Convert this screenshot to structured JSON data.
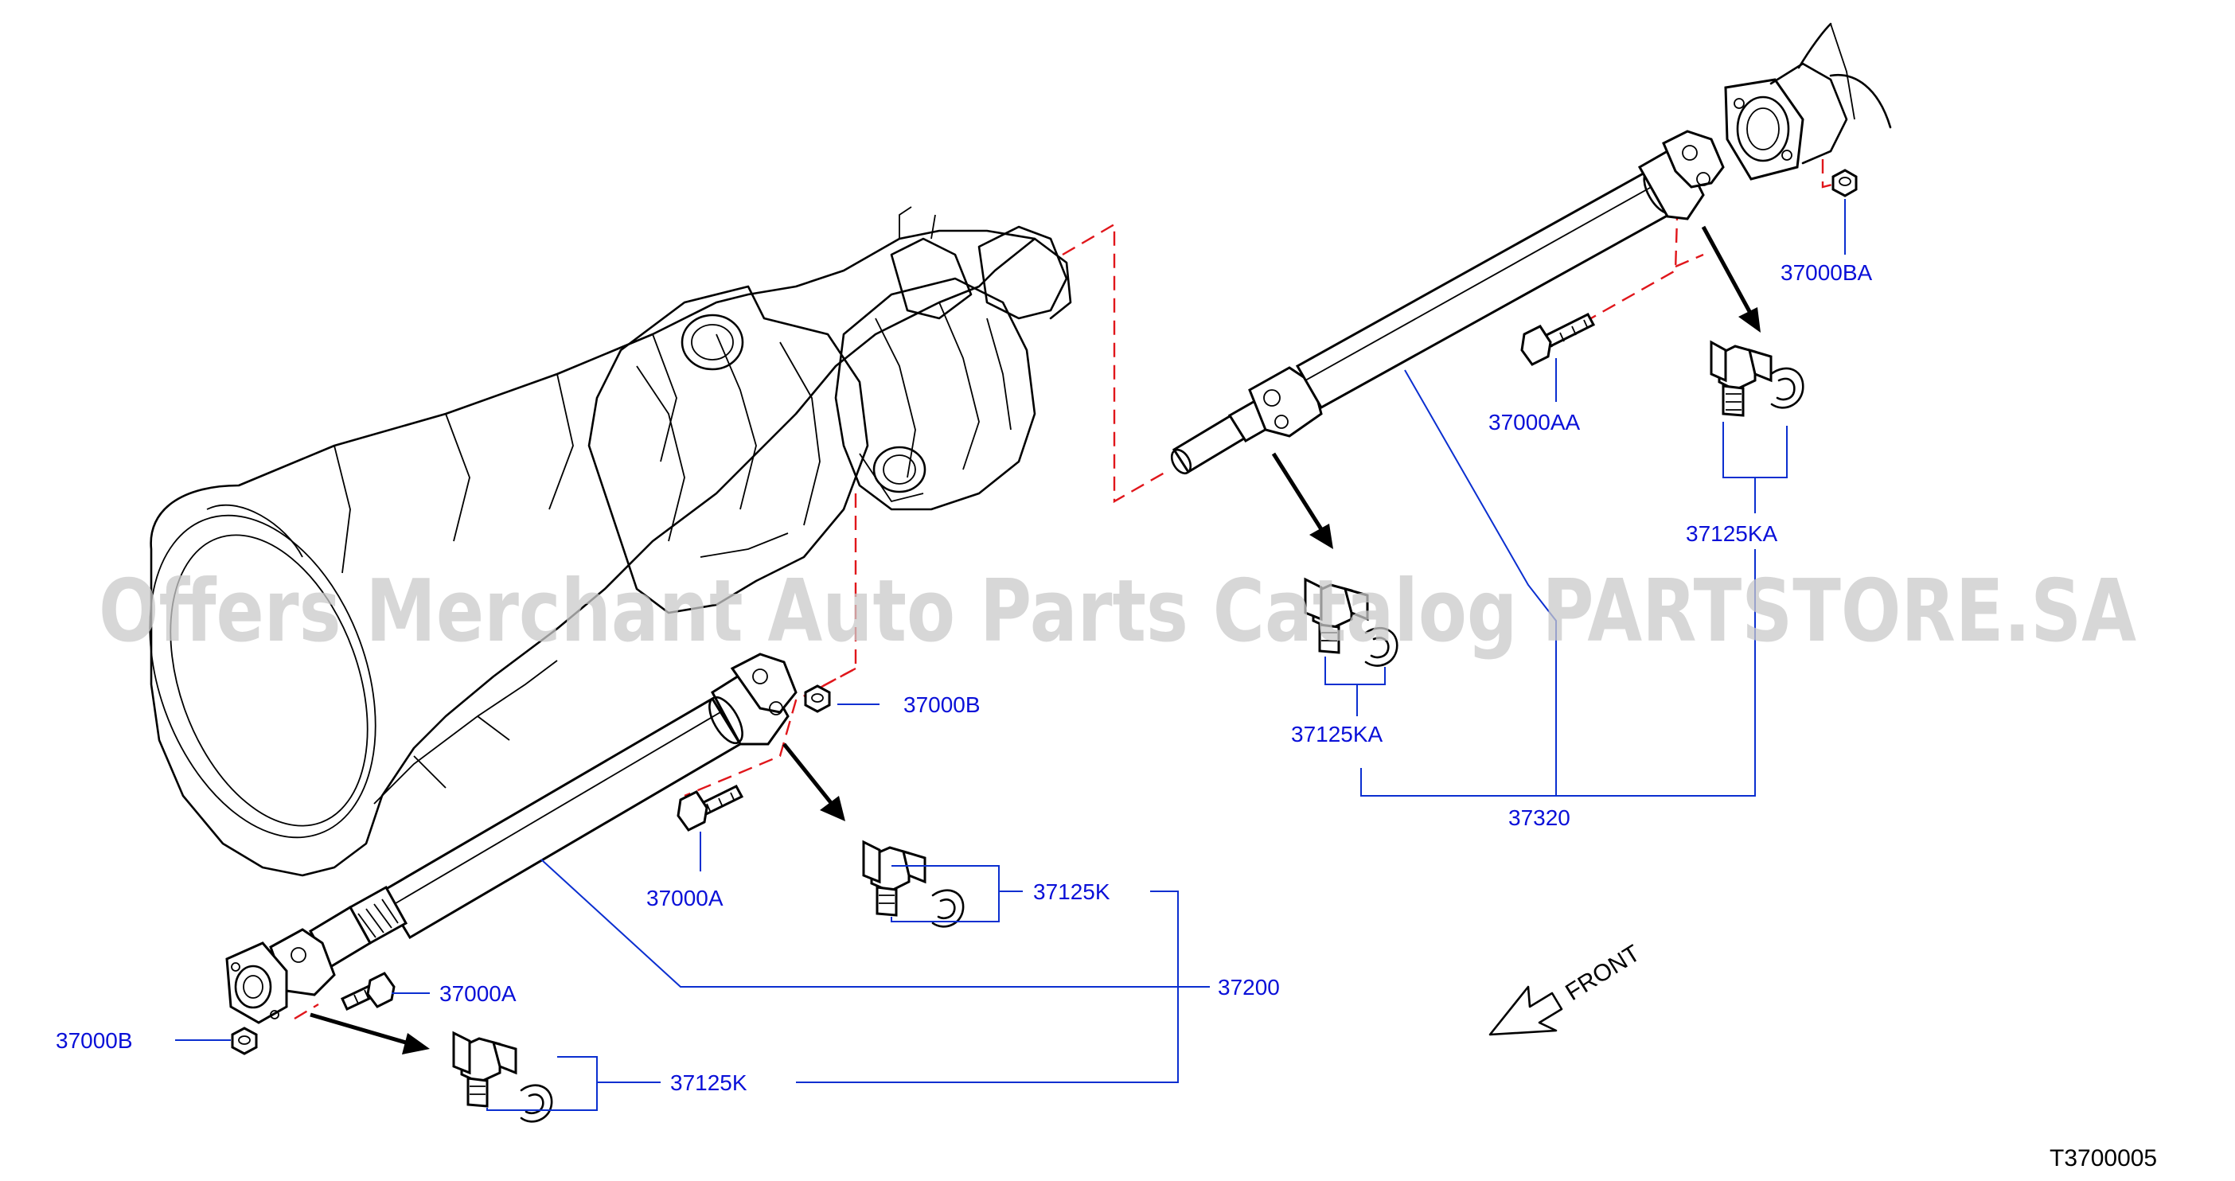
{
  "watermark": "Offers Merchant Auto Parts Catalog PARTSTORE.SA",
  "diagram_code": "T3700005",
  "front_label": "FRONT",
  "parts": {
    "rear_shaft": "37320",
    "front_shaft": "37200",
    "flange_nut_rear": "37000BA",
    "bolt_rear": "37000AA",
    "joint_kit_rear_a": "37125KA",
    "joint_kit_rear_b": "37125KA",
    "nut_mid": "37000B",
    "bolt_mid": "37000A",
    "joint_kit_front_a": "37125K",
    "bolt_front": "37000A",
    "nut_front": "37000B",
    "joint_kit_front_b": "37125K"
  }
}
